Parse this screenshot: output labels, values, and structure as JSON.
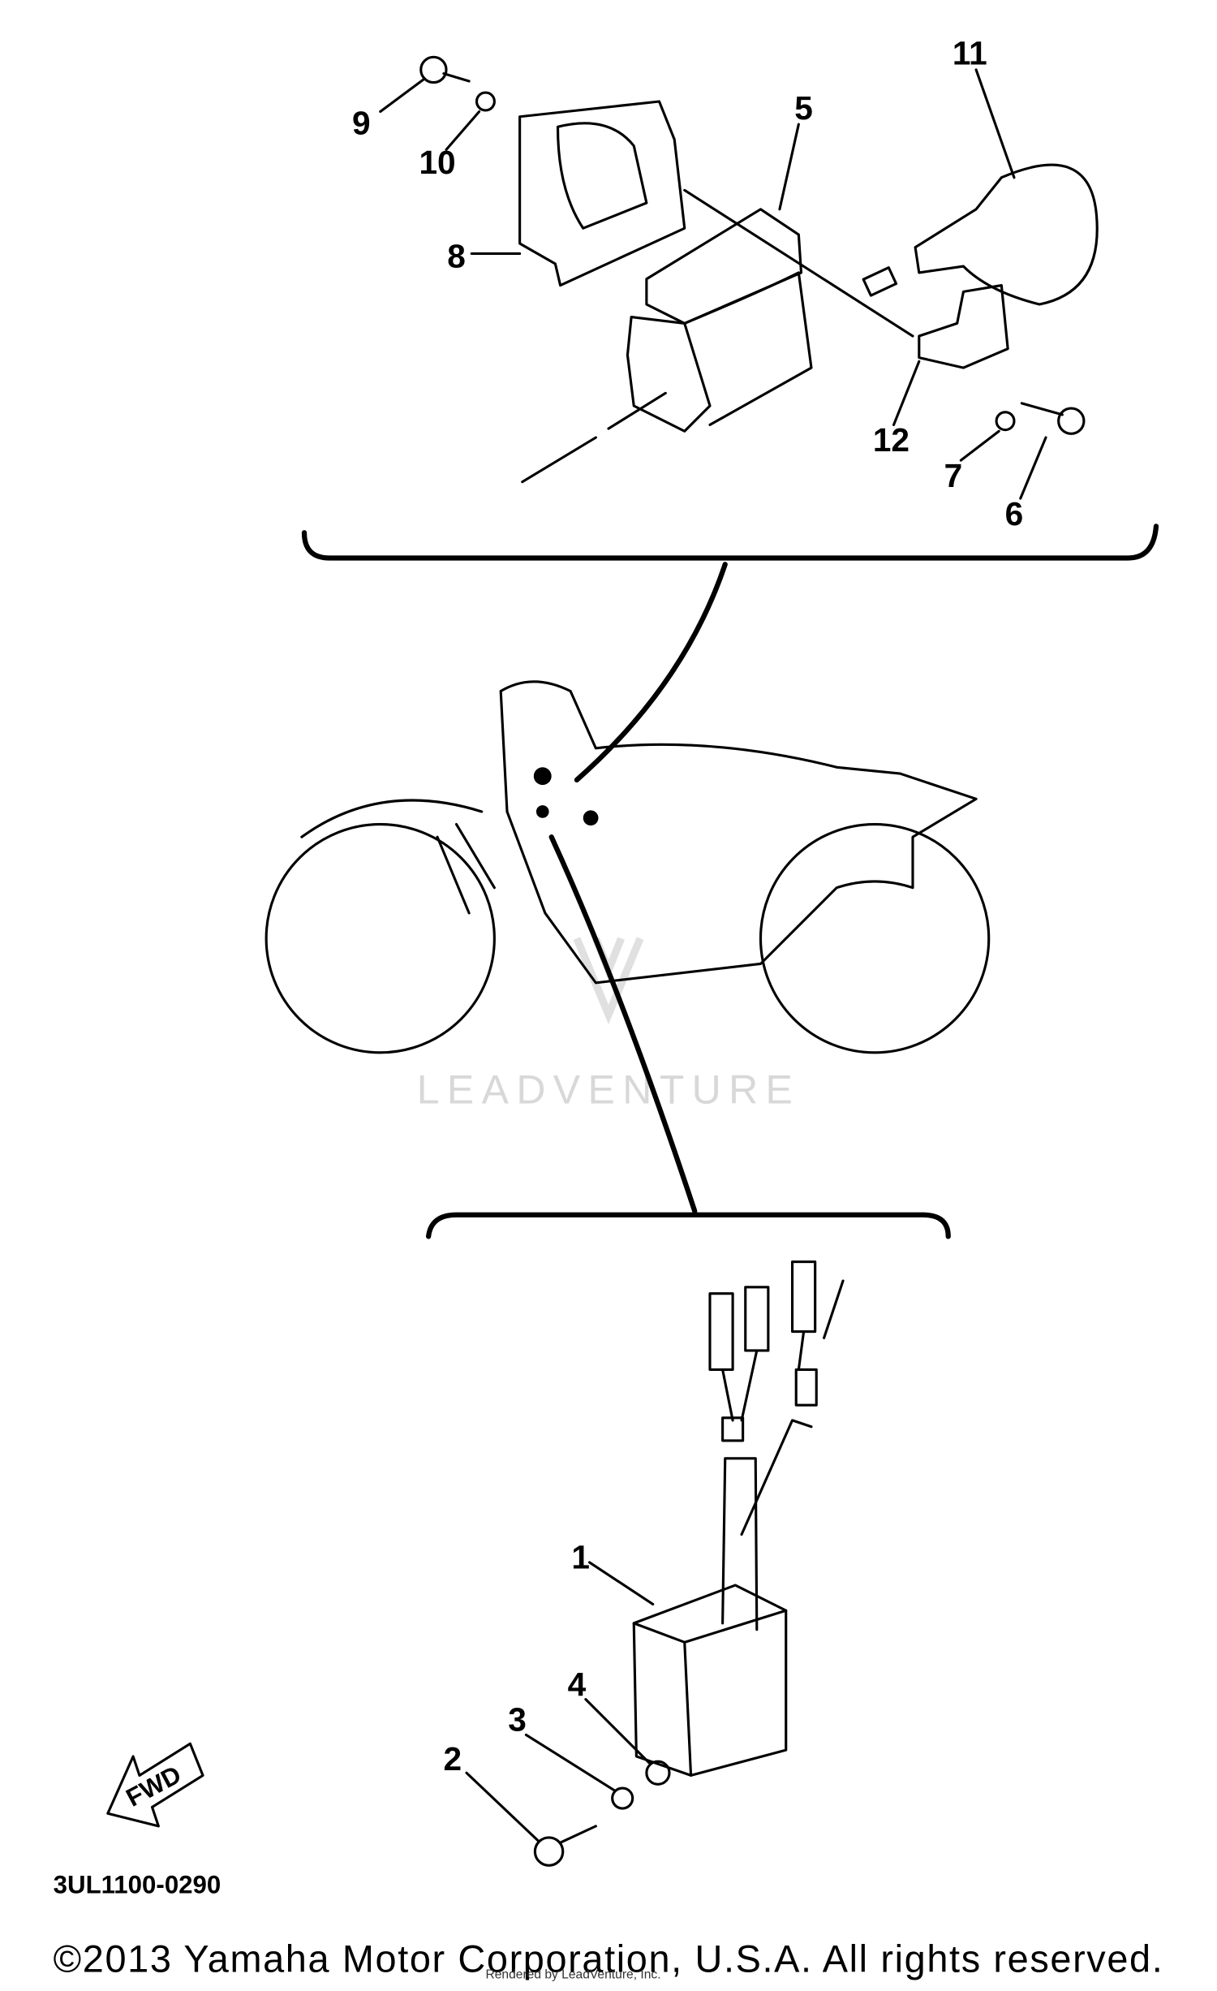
{
  "diagram": {
    "callouts": [
      "1",
      "2",
      "3",
      "4",
      "5",
      "6",
      "7",
      "8",
      "9",
      "10",
      "11",
      "12"
    ],
    "direction_arrow": "FWD",
    "drawing_code": "3UL1100-0290",
    "watermark": "LEADVENTURE",
    "rendered_by": "Rendered by LeadVenture, Inc.",
    "copyright": "©2013 Yamaha Motor Corporation, U.S.A. All rights reserved."
  }
}
